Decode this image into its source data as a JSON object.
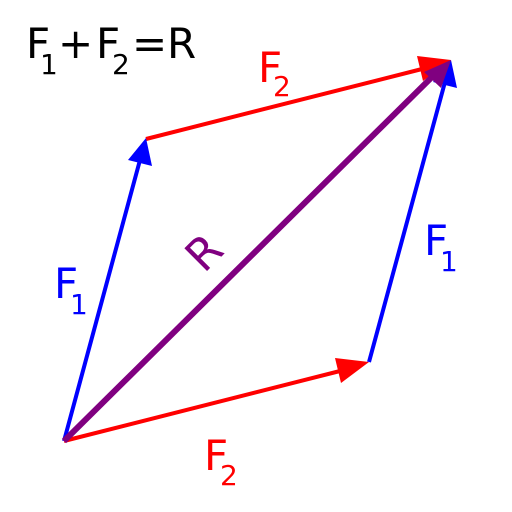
{
  "title": {
    "f1_letter": "F",
    "f1_sub": "1",
    "plus": "+",
    "f2_letter": "F",
    "f2_sub": "2",
    "equals": "=",
    "r": "R"
  },
  "vectors": {
    "f1_left": {
      "letter": "F",
      "sub": "1",
      "color": "#0000ff"
    },
    "f1_right": {
      "letter": "F",
      "sub": "1",
      "color": "#0000ff"
    },
    "f2_top": {
      "letter": "F",
      "sub": "2",
      "color": "#ff0000"
    },
    "f2_bottom": {
      "letter": "F",
      "sub": "2",
      "color": "#ff0000"
    },
    "resultant": {
      "letter": "R",
      "color": "#800080"
    }
  },
  "title_color": "#000000"
}
